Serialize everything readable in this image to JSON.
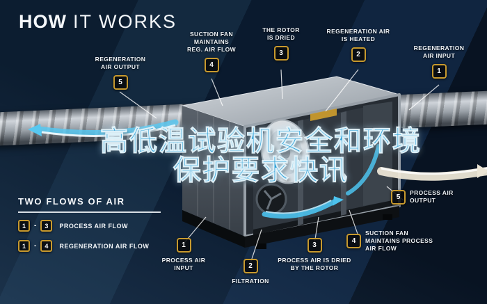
{
  "title": {
    "bold": "HOW",
    "light": "IT WORKS"
  },
  "overlay_text": {
    "line1": "高低温试验机安全和环境",
    "line2": "保护要求快讯"
  },
  "top_callouts": [
    {
      "id": "5",
      "label": "REGENERATION\nAIR OUTPUT"
    },
    {
      "id": "4",
      "label": "SUCTION FAN\nMAINTAINS\nREG. AIR FLOW"
    },
    {
      "id": "3",
      "label": "THE ROTOR\nIS DRIED"
    },
    {
      "id": "2",
      "label": "REGENERATION AIR\nIS HEATED"
    },
    {
      "id": "1",
      "label": "REGENERATION\nAIR INPUT"
    }
  ],
  "bottom_callouts": [
    {
      "id": "1",
      "label": "PROCESS AIR\nINPUT"
    },
    {
      "id": "2",
      "label": "FILTRATION"
    },
    {
      "id": "3",
      "label": "PROCESS AIR IS DRIED\nBY THE ROTOR"
    },
    {
      "id": "4",
      "label": "SUCTION FAN\nMAINTAINS PROCESS\nAIR FLOW"
    },
    {
      "id": "5",
      "label": "PROCESS AIR\nOUTPUT"
    }
  ],
  "legend": {
    "title": "TWO FLOWS OF AIR",
    "rows": [
      {
        "from": "1",
        "sep": "-",
        "to": "3",
        "label": "PROCESS AIR FLOW"
      },
      {
        "from": "1",
        "sep": "-",
        "to": "4",
        "label": "REGENERATION AIR FLOW"
      }
    ]
  },
  "colors": {
    "badge_border": "#c89a2e",
    "accent_cyan": "#4cc3ef",
    "overlay_blue": "#2da0d8",
    "background_navy": "#0c1d30",
    "cream_flow": "#ebe5d5"
  }
}
